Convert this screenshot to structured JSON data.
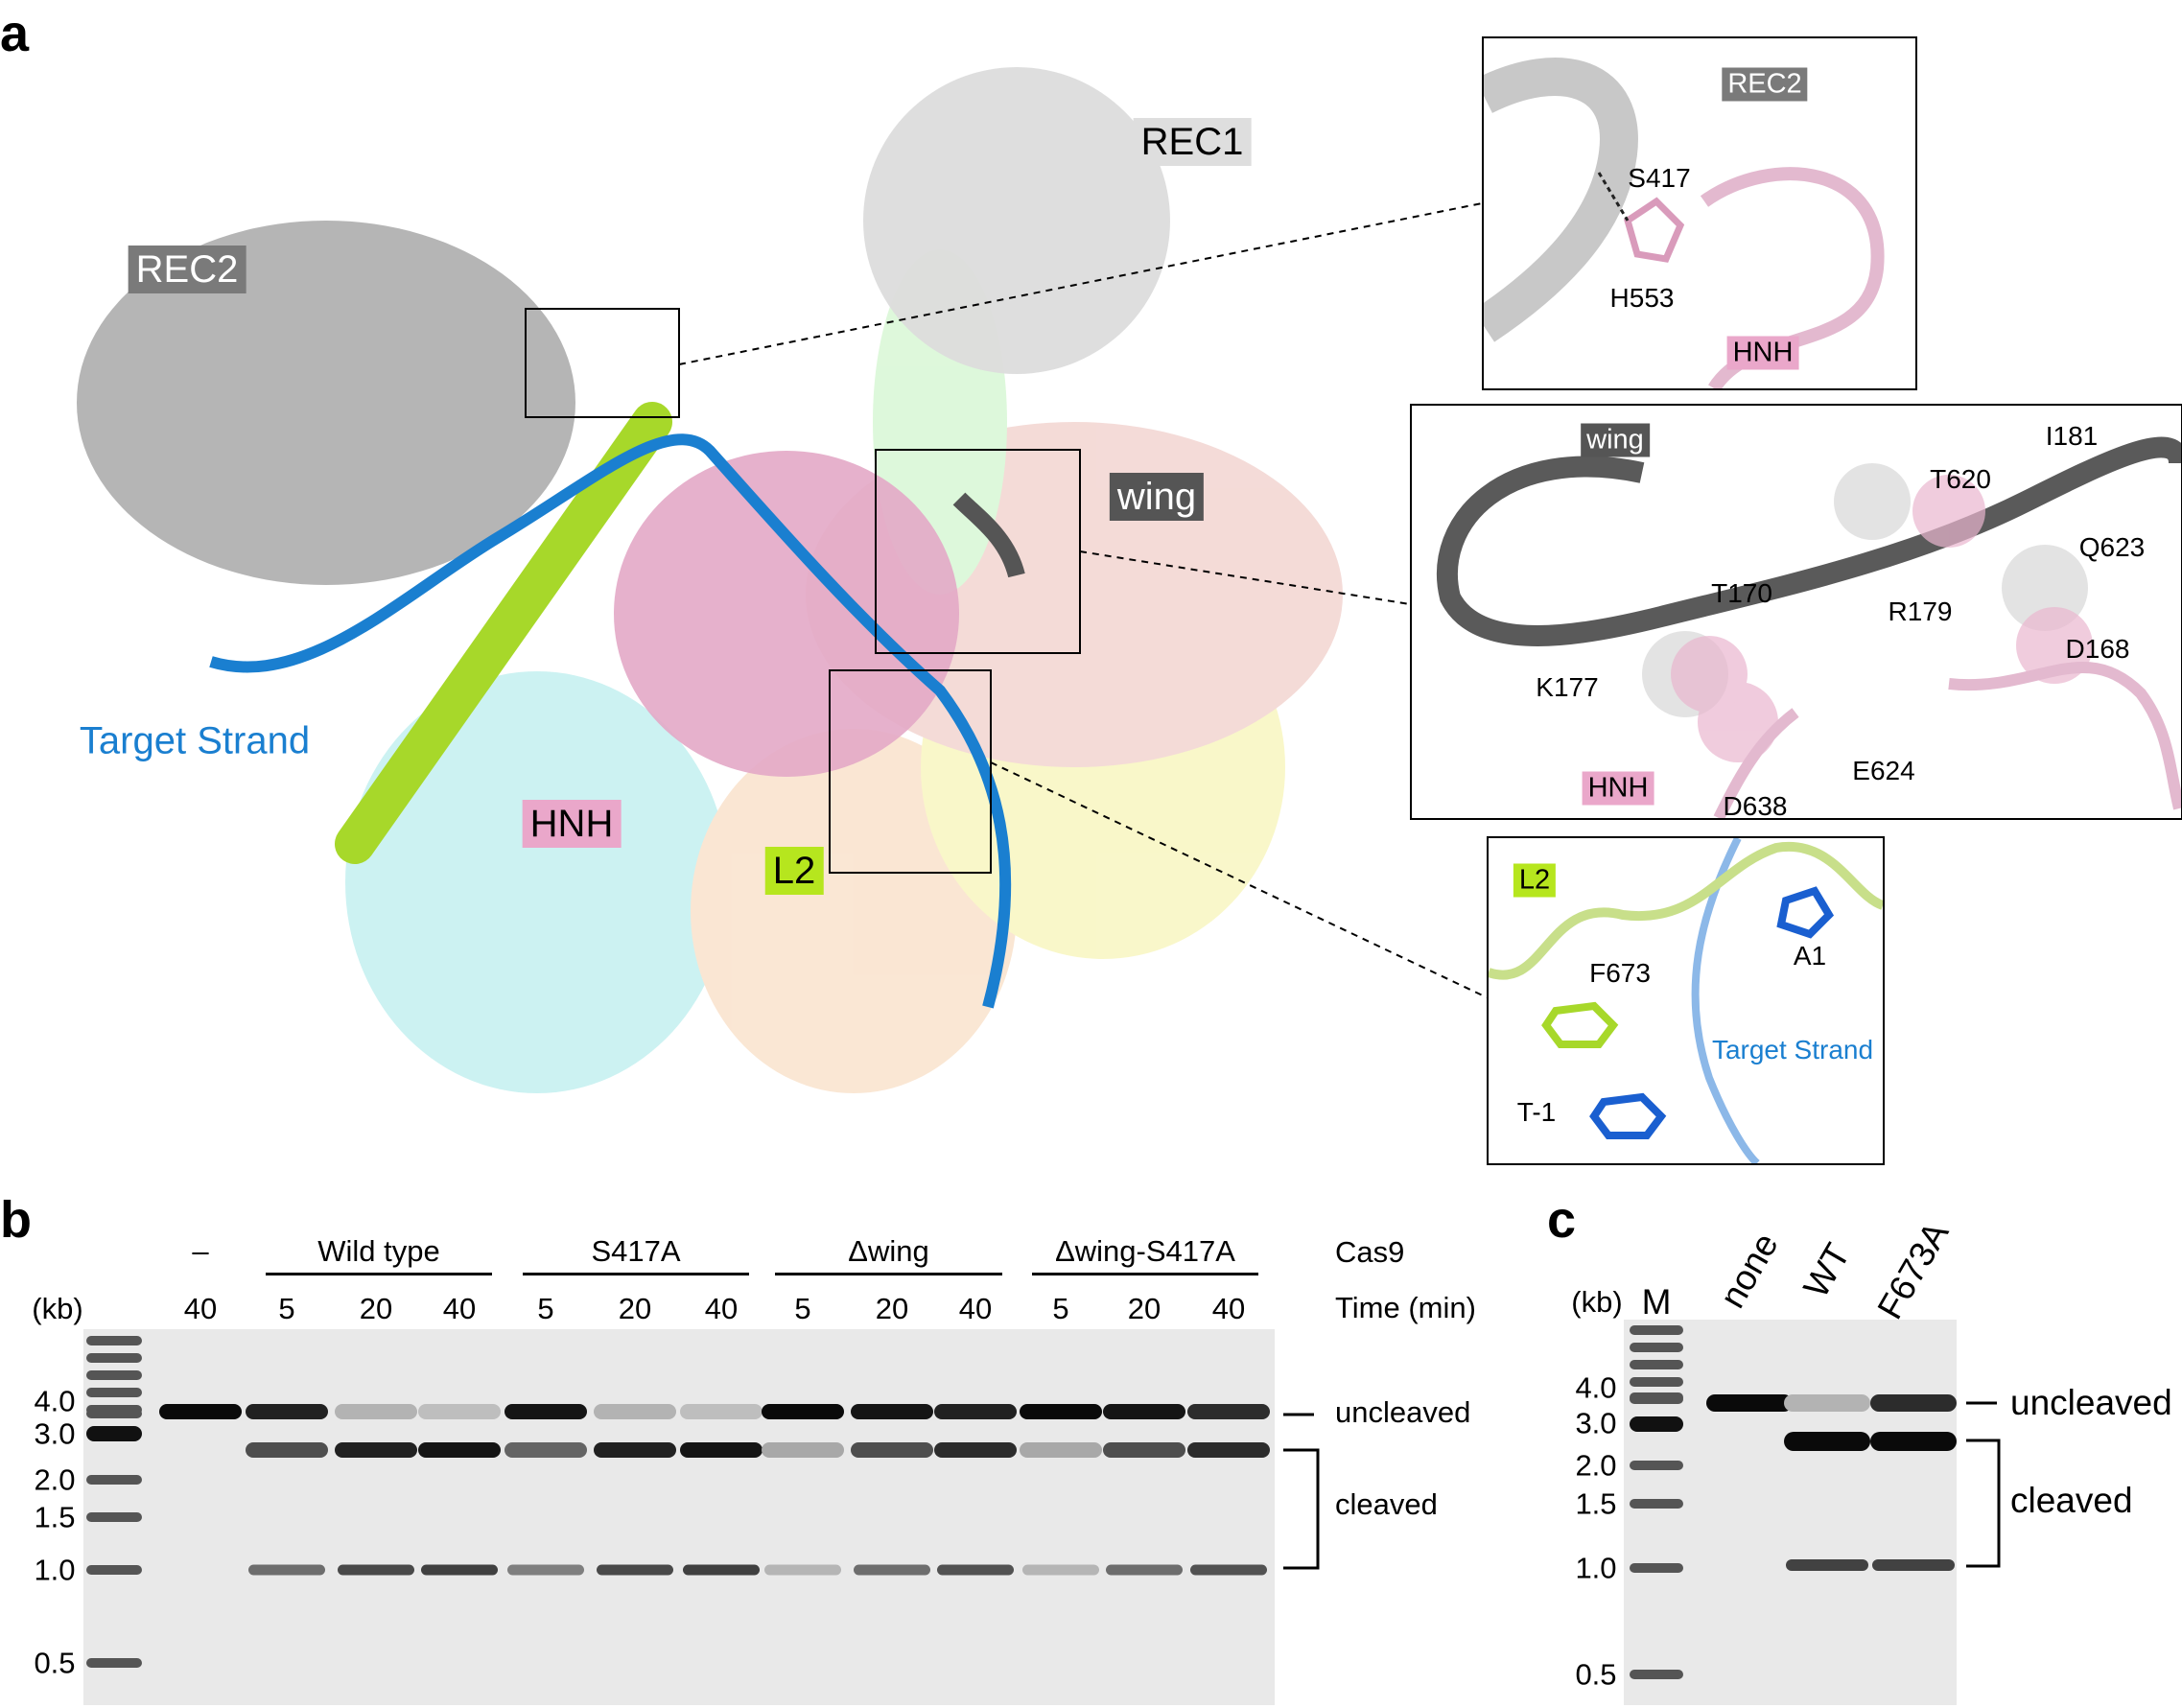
{
  "panels": {
    "a": "a",
    "b": "b",
    "c": "c"
  },
  "panel_a": {
    "labels": {
      "rec2": "REC2",
      "rec1": "REC1",
      "wing": "wing",
      "target_strand": "Target Strand",
      "hnh": "HNH",
      "l2": "L2"
    },
    "inset1": {
      "rec2": "REC2",
      "s417": "S417",
      "h553": "H553",
      "hnh": "HNH"
    },
    "inset2": {
      "wing": "wing",
      "i181": "I181",
      "t620": "T620",
      "q623": "Q623",
      "t170": "T170",
      "r179": "R179",
      "d168": "D168",
      "k177": "K177",
      "hnh": "HNH",
      "d638": "D638",
      "e624": "E624"
    },
    "inset3": {
      "l2": "L2",
      "a1": "A1",
      "f673": "F673",
      "target_strand": "Target Strand",
      "t_1": "T-1"
    },
    "colors": {
      "rec2": "#8a8a8a",
      "rec1": "#d8d8d8",
      "hnh": "#e3a9c6",
      "wing": "#555555",
      "l2": "#a7d82a",
      "target_strand": "#1a7fd0",
      "ruvc": "#f5c9a0",
      "pi": "#f2ee8a",
      "bh": "#8fe3e3",
      "sgRNA": "#e7b0a8"
    }
  },
  "panel_b": {
    "kb_unit": "(kb)",
    "groups": [
      {
        "label": "–"
      },
      {
        "label": "Wild type"
      },
      {
        "label": "S417A"
      },
      {
        "label": "Δwing"
      },
      {
        "label": "Δwing-S417A"
      }
    ],
    "cas9_label": "Cas9",
    "time_label": "Time (min)",
    "times": [
      "40",
      "5",
      "20",
      "40",
      "5",
      "20",
      "40",
      "5",
      "20",
      "40",
      "5",
      "20",
      "40"
    ],
    "markers": [
      "4.0",
      "3.0",
      "2.0",
      "1.5",
      "1.0",
      "0.5"
    ],
    "uncleaved": "uncleaved",
    "cleaved": "cleaved",
    "lanes": [
      {
        "uncleaved": 1.0,
        "cleaved": 0.0
      },
      {
        "uncleaved": 0.9,
        "cleaved": 0.7
      },
      {
        "uncleaved": 0.25,
        "cleaved": 0.9
      },
      {
        "uncleaved": 0.2,
        "cleaved": 0.95
      },
      {
        "uncleaved": 0.95,
        "cleaved": 0.6
      },
      {
        "uncleaved": 0.25,
        "cleaved": 0.9
      },
      {
        "uncleaved": 0.2,
        "cleaved": 0.95
      },
      {
        "uncleaved": 1.0,
        "cleaved": 0.3
      },
      {
        "uncleaved": 0.95,
        "cleaved": 0.7
      },
      {
        "uncleaved": 0.9,
        "cleaved": 0.85
      },
      {
        "uncleaved": 1.0,
        "cleaved": 0.3
      },
      {
        "uncleaved": 0.95,
        "cleaved": 0.7
      },
      {
        "uncleaved": 0.85,
        "cleaved": 0.85
      }
    ]
  },
  "panel_c": {
    "kb_unit": "(kb)",
    "lanes_labels": [
      "M",
      "none",
      "WT",
      "F673A"
    ],
    "markers": [
      "4.0",
      "3.0",
      "2.0",
      "1.5",
      "1.0",
      "0.5"
    ],
    "uncleaved": "uncleaved",
    "cleaved": "cleaved",
    "lanes": [
      {
        "uncleaved": 1.0,
        "cleaved": 0.0
      },
      {
        "uncleaved": 0.25,
        "cleaved": 1.0
      },
      {
        "uncleaved": 0.85,
        "cleaved": 1.0
      }
    ]
  }
}
